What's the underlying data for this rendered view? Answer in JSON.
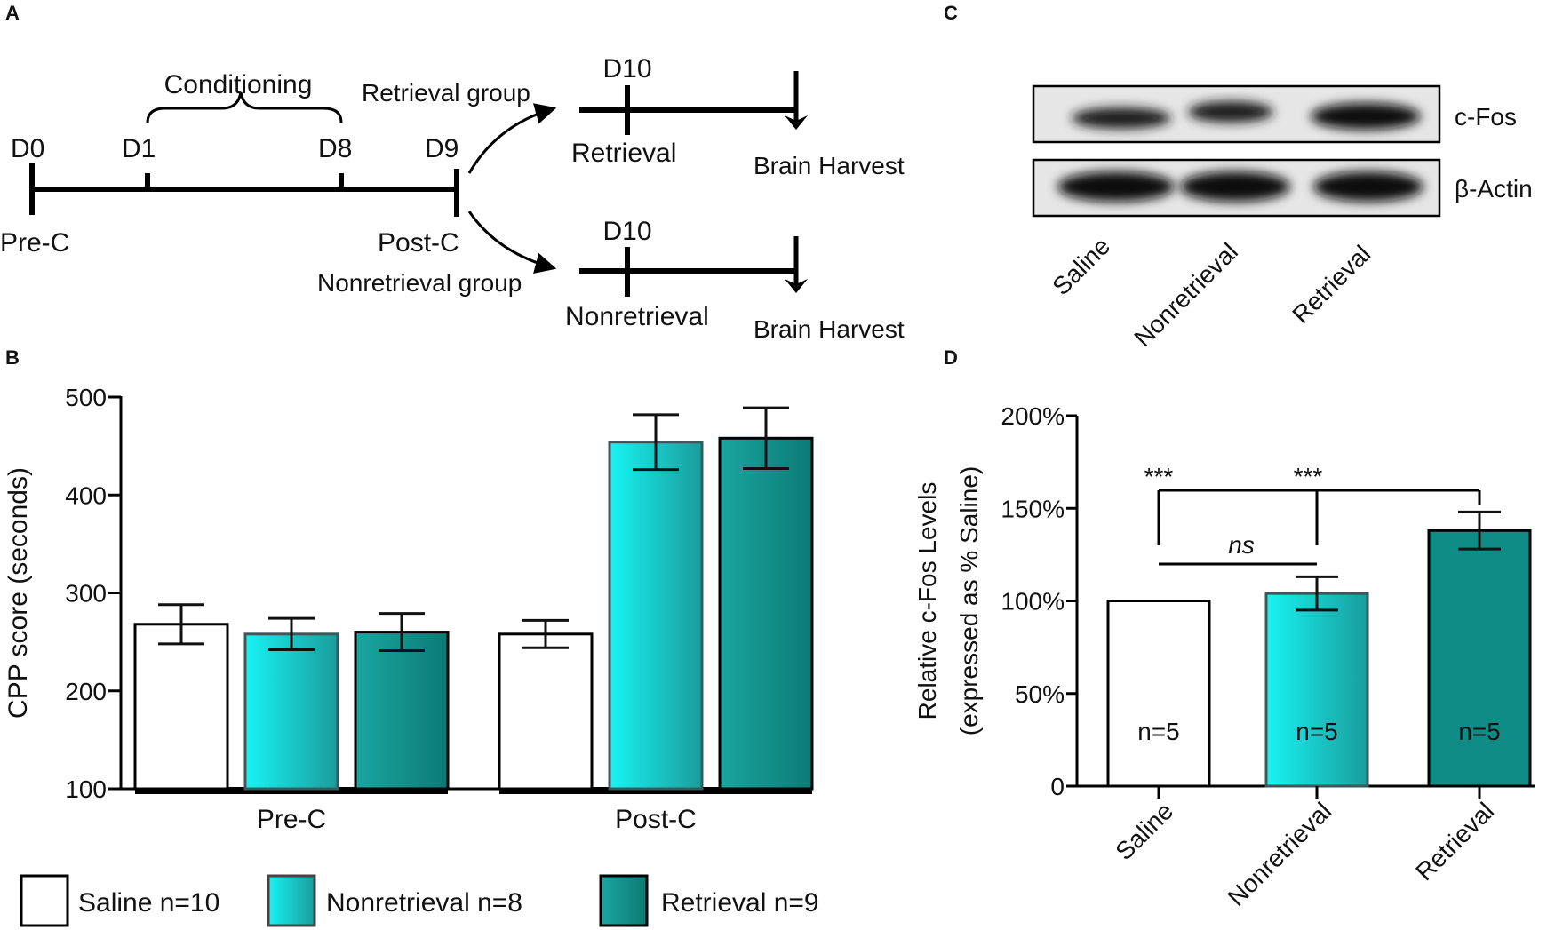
{
  "panels": {
    "a": "A",
    "b": "B",
    "c": "C",
    "d": "D"
  },
  "timeline": {
    "conditioning": "Conditioning",
    "days": [
      "D0",
      "D1",
      "D8",
      "D9"
    ],
    "pre_c": "Pre-C",
    "post_c": "Post-C",
    "retrieval_group": "Retrieval group",
    "nonretrieval_group": "Nonretrieval group",
    "d10_top": "D10",
    "d10_bottom": "D10",
    "retrieval": "Retrieval",
    "nonretrieval": "Nonretrieval",
    "brain_harvest_top": "Brain Harvest",
    "brain_harvest_bottom": "Brain Harvest"
  },
  "blot": {
    "bands": [
      "c-Fos",
      "β-Actin"
    ],
    "lanes": [
      "Saline",
      "Nonretrieval",
      "Retrieval"
    ]
  },
  "legend": {
    "saline": "Saline n=10",
    "nonretrieval": "Nonretrieval n=8",
    "retrieval": "Retrieval n=9"
  },
  "colors": {
    "saline": "#ffffff",
    "nonretrieval_start": "#18f3f3",
    "nonretrieval_end": "#1a9c9c",
    "retrieval_start": "#1ba6a0",
    "retrieval_end": "#0c7a74",
    "retrieval_flat": "#0f8c86"
  },
  "chart_data": [
    {
      "id": "B",
      "type": "bar",
      "ylabel": "CPP score (seconds)",
      "ylim": [
        100,
        500
      ],
      "yticks": [
        "100",
        "200",
        "300",
        "400",
        "500"
      ],
      "categories": [
        "Pre-C",
        "Post-C"
      ],
      "series": [
        {
          "name": "Saline n=10",
          "values": [
            268,
            258
          ],
          "errors": [
            20,
            14
          ]
        },
        {
          "name": "Nonretrieval n=8",
          "values": [
            258,
            454
          ],
          "errors": [
            16,
            28
          ]
        },
        {
          "name": "Retrieval n=9",
          "values": [
            260,
            458
          ],
          "errors": [
            19,
            31
          ]
        }
      ],
      "legend": "bottom"
    },
    {
      "id": "D",
      "type": "bar",
      "ylabel": "Relative c-Fos Levels",
      "ylabel2": "(expressed as % Saline)",
      "ylim": [
        0,
        200
      ],
      "yticks": [
        "0",
        "50%",
        "100%",
        "150%",
        "200%"
      ],
      "categories": [
        "Saline",
        "Nonretrieval",
        "Retrieval"
      ],
      "values": [
        100,
        104,
        138
      ],
      "errors": [
        0,
        9,
        10
      ],
      "n_labels": [
        "n=5",
        "n=5",
        "n=5"
      ],
      "significance": [
        "***",
        "***",
        "ns"
      ]
    }
  ]
}
